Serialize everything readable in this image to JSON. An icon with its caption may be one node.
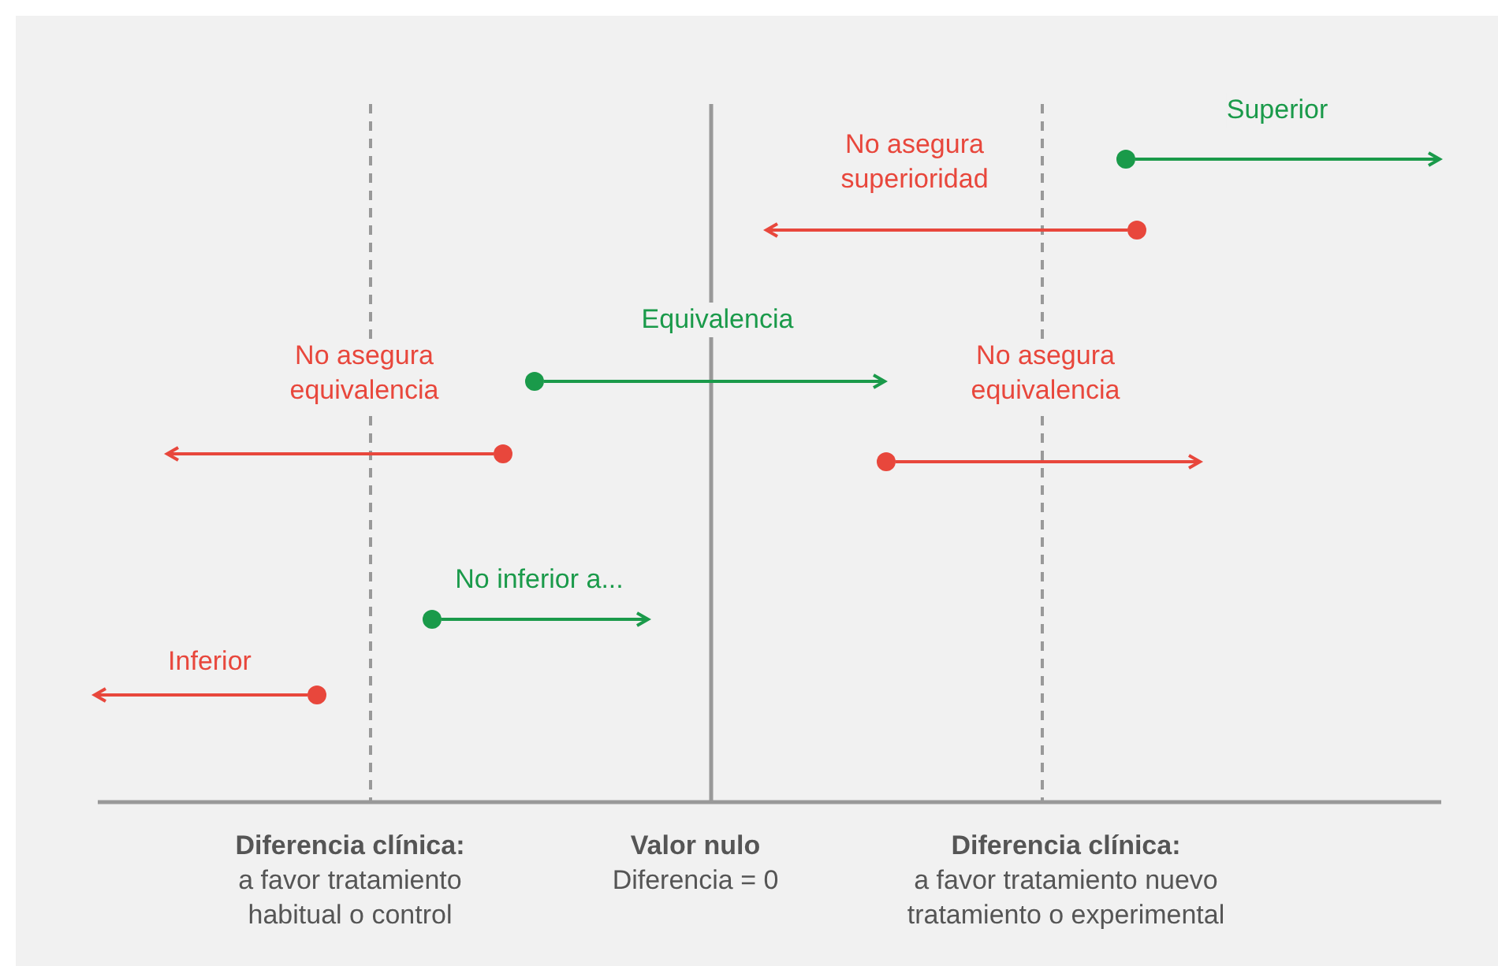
{
  "diagram": {
    "nodes": [
      {
        "text": [],
        "shape": "circle"
      },
      {
        "text": [],
        "shape": "circle"
      },
      {
        "text": [],
        "shape": "circle"
      },
      {
        "text": [],
        "shape": "circle"
      },
      {
        "text": [],
        "shape": "circle"
      },
      {
        "text": [],
        "shape": "circle"
      },
      {
        "text": [],
        "shape": "circle"
      }
    ],
    "edges": [
      {
        "from": 0,
        "to": null,
        "arrow": "to",
        "label": "Superior",
        "color": "#1a9a4a"
      },
      {
        "from": 1,
        "to": null,
        "arrow": "to",
        "label": "No asegura superioridad"
      },
      {
        "from": 2,
        "to": null,
        "arrow": "to",
        "label": "Equivalencia",
        "color": "#1a9a4a"
      },
      {
        "from": 3,
        "to": null,
        "arrow": "to",
        "label": "No asegura equivalencia"
      },
      {
        "from": 4,
        "to": null,
        "arrow": "to",
        "label": "No asegura equivalencia"
      },
      {
        "from": 5,
        "to": null,
        "arrow": "to",
        "label": "No inferior a...",
        "color": "#1a9a4a"
      },
      {
        "from": 6,
        "to": null,
        "arrow": "to",
        "label": "Inferior"
      }
    ],
    "labels": [
      "Diferencia clínica:",
      "a favor tratamiento habitual o control",
      "Valor nulo",
      "Diferencia = 0",
      "Diferencia clínica:",
      "a favor tratamiento nuevo tratamiento o experimental"
    ]
  }
}
